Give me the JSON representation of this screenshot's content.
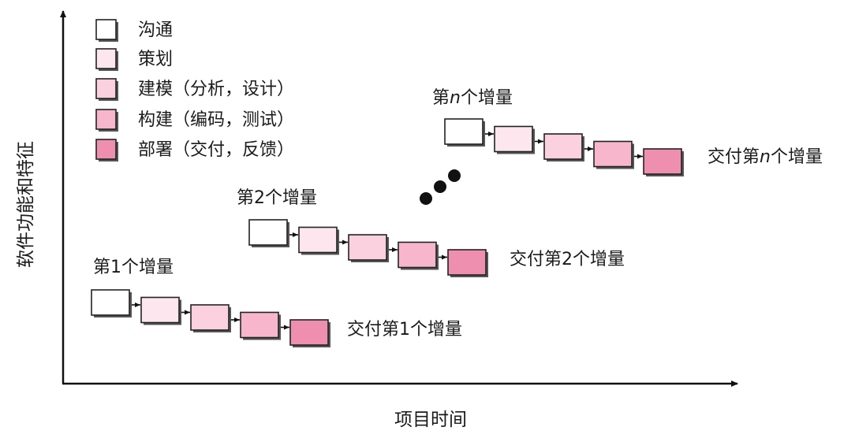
{
  "axes": {
    "x_label": "项目时间",
    "y_label": "软件功能和特征"
  },
  "legend": [
    {
      "label": "沟通",
      "color": "#ffffff"
    },
    {
      "label": "策划",
      "color": "#fde6ee"
    },
    {
      "label": "建模（分析，设计）",
      "color": "#fbd0df"
    },
    {
      "label": "构建（编码，测试）",
      "color": "#f7b6cc"
    },
    {
      "label": "部署（交付，反馈）",
      "color": "#ee8fb0"
    }
  ],
  "increments": [
    {
      "title": "第1个增量",
      "delivery": "交付第1个增量"
    },
    {
      "title": "第2个增量",
      "delivery": "交付第2个增量"
    },
    {
      "title_prefix": "第",
      "title_var": "n",
      "title_suffix": "个增量",
      "delivery_prefix": "交付第",
      "delivery_var": "n",
      "delivery_suffix": "个增量"
    }
  ]
}
